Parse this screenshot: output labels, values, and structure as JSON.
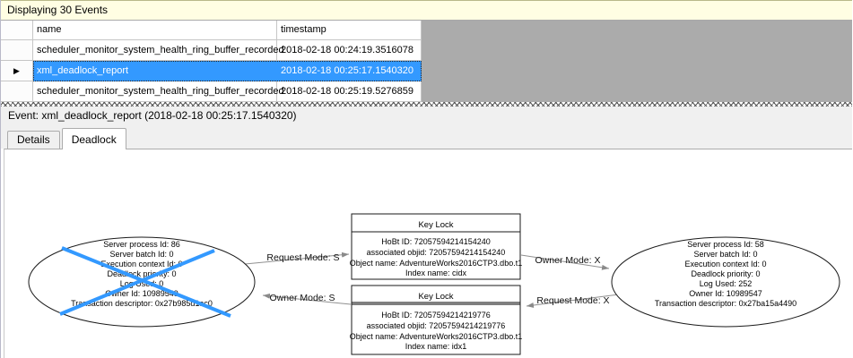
{
  "window": {
    "header": "Displaying 30 Events"
  },
  "icons": {
    "selected_row_arrow": "▶"
  },
  "events_table": {
    "columns": [
      "name",
      "timestamp"
    ],
    "rows": [
      {
        "name": "scheduler_monitor_system_health_ring_buffer_recorded",
        "timestamp": "2018-02-18 00:24:19.3516078"
      },
      {
        "name": "xml_deadlock_report",
        "timestamp": "2018-02-18 00:25:17.1540320"
      },
      {
        "name": "scheduler_monitor_system_health_ring_buffer_recorded",
        "timestamp": "2018-02-18 00:25:19.5276859"
      }
    ],
    "selected_row_index": 1
  },
  "event_bar": {
    "label": "Event: xml_deadlock_report (2018-02-18 00:25:17.1540320)"
  },
  "tabs": [
    {
      "label": "Details",
      "active": false
    },
    {
      "label": "Deadlock",
      "active": true
    }
  ],
  "deadlock_graph": {
    "victim_process": {
      "is_victim": true,
      "lines": [
        "Server process Id: 86",
        "Server batch Id: 0",
        "Execution context Id: 0",
        "Deadlock priority: 0",
        "Log Used: 0",
        "Owner Id: 10989549",
        "Transaction descriptor: 0x27b985d1ac0"
      ]
    },
    "other_process": {
      "is_victim": false,
      "lines": [
        "Server process Id: 58",
        "Server batch Id: 0",
        "Execution context Id: 0",
        "Deadlock priority: 0",
        "Log Used: 252",
        "Owner Id: 10989547",
        "Transaction descriptor: 0x27ba15a4490"
      ]
    },
    "resource_top": {
      "title": "Key Lock",
      "lines": [
        "HoBt ID: 72057594214154240",
        "associated objid: 72057594214154240",
        "Object name: AdventureWorks2016CTP3.dbo.t1",
        "Index name: cidx"
      ]
    },
    "resource_bottom": {
      "title": "Key Lock",
      "lines": [
        "HoBt ID: 72057594214219776",
        "associated objid: 72057594214219776",
        "Object name: AdventureWorks2016CTP3.dbo.t1",
        "Index name: idx1"
      ]
    },
    "edges": [
      {
        "label": "Request Mode: S"
      },
      {
        "label": "Owner Mode: S"
      },
      {
        "label": "Owner Mode: X"
      },
      {
        "label": "Request Mode: X"
      }
    ]
  },
  "colors": {
    "selection_blue": "#3399FF",
    "victim_cross_blue": "#3399FF",
    "header_yellow": "#FFFEE3",
    "grid_filler_gray": "#ABABAB",
    "edge_gray": "#909090"
  }
}
